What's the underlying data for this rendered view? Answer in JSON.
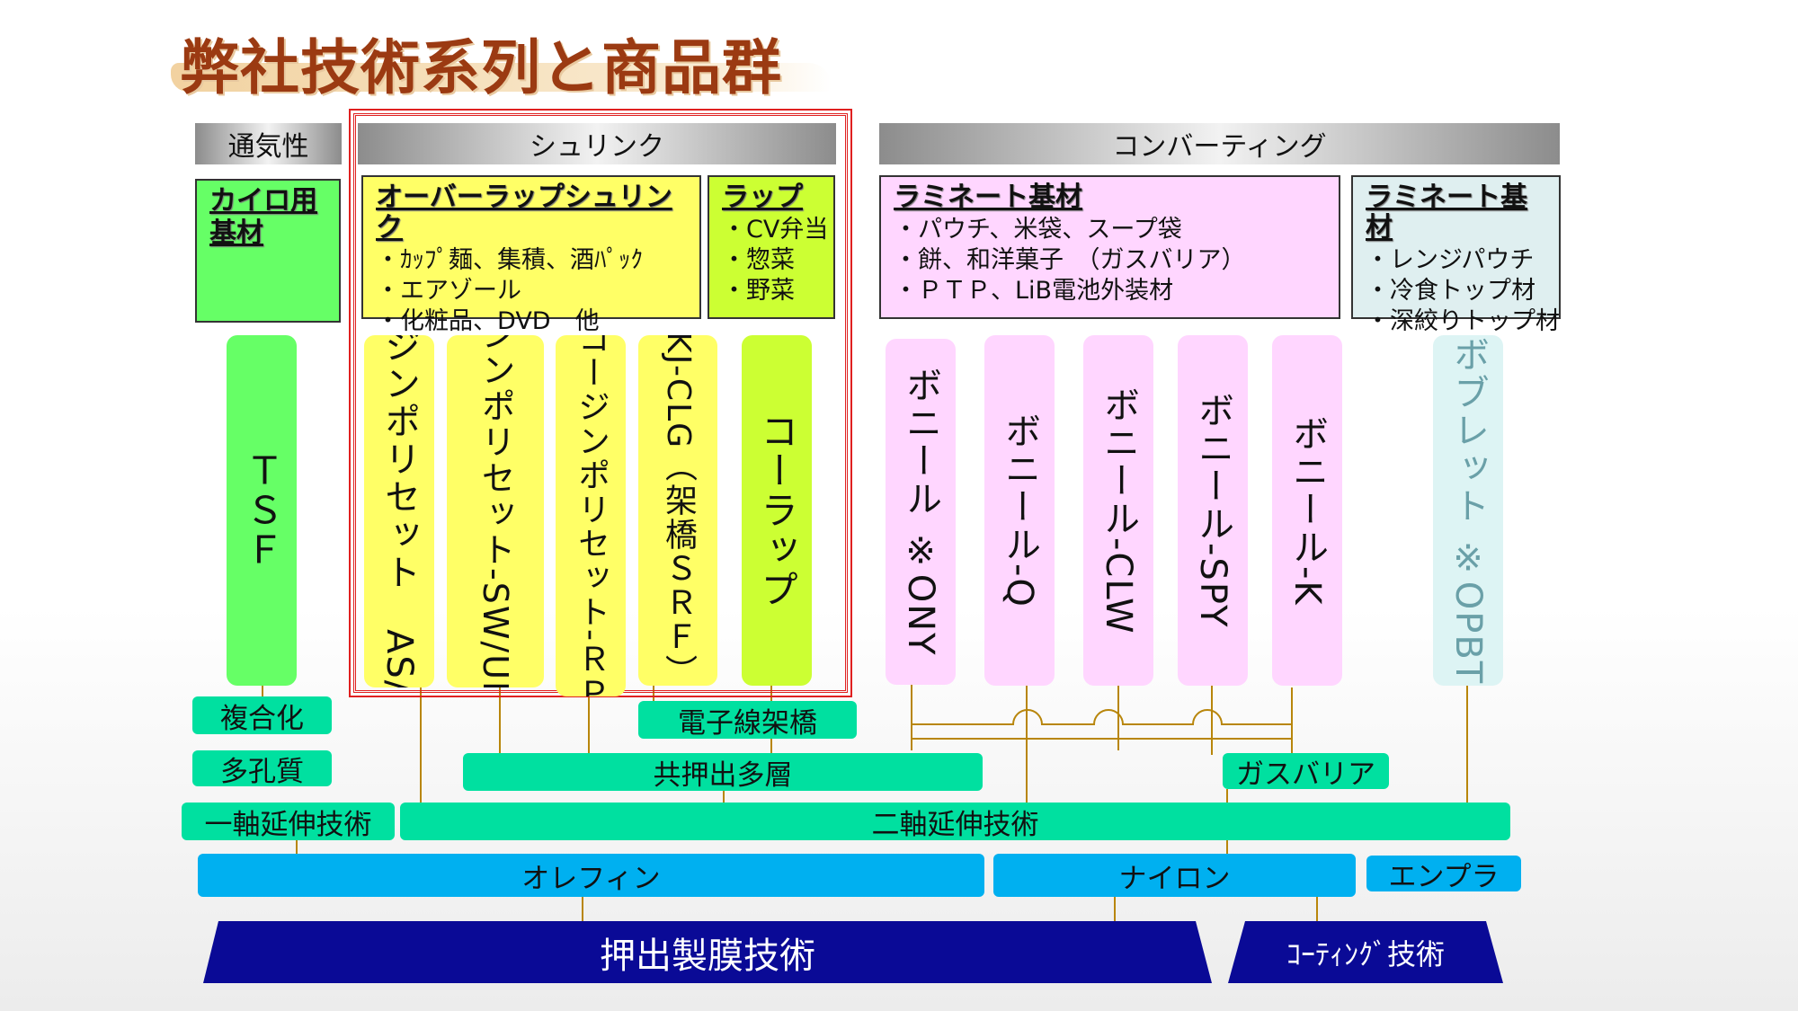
{
  "title": "弊社技術系列と商品群",
  "headers": {
    "breathability": "通気性",
    "shrink": "シュリンク",
    "converting": "コンバーティング"
  },
  "categories": {
    "kairo": {
      "title": "カイロ用基材",
      "title_line1": "カイロ用",
      "title_line2": "基材",
      "items": []
    },
    "overwrap": {
      "title": "オーバーラップシュリンク",
      "items": [
        "・ｶｯﾌﾟ麺、集積、酒ﾊﾟｯｸ",
        "・エアゾール",
        "・化粧品、DVD　他"
      ]
    },
    "wrap": {
      "title": "ラップ",
      "items": [
        "・CV弁当",
        "・惣菜",
        "・野菜"
      ]
    },
    "laminate1": {
      "title": "ラミネート基材",
      "items": [
        "・パウチ、米袋、スープ袋",
        "・餅、和洋菓子　（ガスバリア）",
        "・ＰＴＰ、LiB電池外装材"
      ]
    },
    "laminate2": {
      "title": "ラミネート基材",
      "items": [
        "・レンジパウチ",
        "・冷食トップ材",
        "・深絞りトップ材"
      ]
    }
  },
  "products": [
    {
      "name": "ＴＳＦ",
      "color": "#66ff66"
    },
    {
      "name": "コージンポリセット　AS/FDA",
      "color": "#ffff66"
    },
    {
      "name": "コージンポリセット-SW/UM/GK",
      "color": "#ffff66"
    },
    {
      "name": "コージンポリセット-ＲＰ",
      "color": "#ffff66"
    },
    {
      "name": "KJ-CLG（架橋ＳＲＦ）",
      "color": "#ffff66"
    },
    {
      "name": "コーラップ",
      "color": "#ccff33"
    },
    {
      "name": "ボニール ※ONY",
      "color": "#ffd6ff"
    },
    {
      "name": "ボニール-Q",
      "color": "#ffd6ff"
    },
    {
      "name": "ボニール-CLW",
      "color": "#ffd6ff"
    },
    {
      "name": "ボニール-SPY",
      "color": "#ffd6ff"
    },
    {
      "name": "ボニール-K",
      "color": "#ffd6ff"
    },
    {
      "name": "ボブレット ※OPBT",
      "color": "#ddf4f4"
    }
  ],
  "technologies": {
    "composite": "複合化",
    "porous": "多孔質",
    "ebeam": "電子線架橋",
    "coex": "共押出多層",
    "gasbarrier": "ガスバリア",
    "uniaxial": "一軸延伸技術",
    "biaxial": "二軸延伸技術",
    "olefin": "オレフィン",
    "nylon": "ナイロン",
    "enpla": "エンプラ",
    "extrusion": "押出製膜技術",
    "coating": "ｺｰﾃｨﾝｸﾞ技術"
  },
  "colors": {
    "tech_green": "#00e0a0",
    "resin_blue": "#00b0f0",
    "base_navy": "#0a0a96",
    "connector": "#b8860b",
    "highlight_frame": "#e02020"
  }
}
